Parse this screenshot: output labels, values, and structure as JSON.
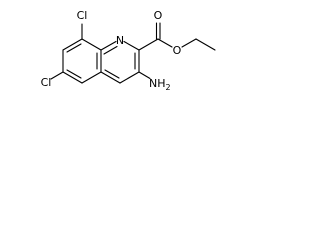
{
  "molecule": {
    "atoms": {
      "cl_top": "Cl",
      "cl_left": "Cl",
      "nitrogen": "N",
      "oxygen_carbonyl": "O",
      "oxygen_ester": "O",
      "amine": "NH",
      "amine_subscript": "2"
    }
  }
}
